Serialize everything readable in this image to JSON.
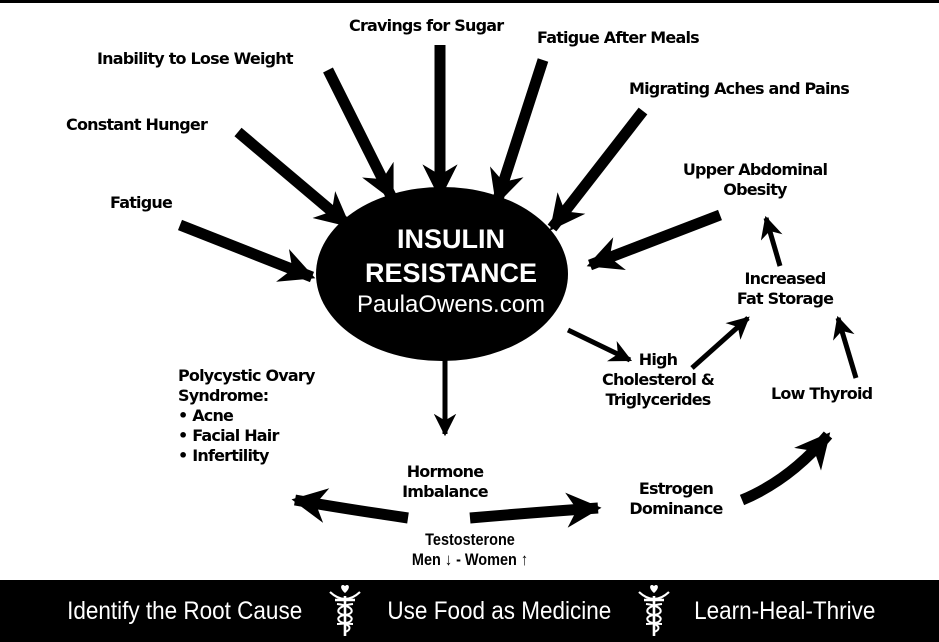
{
  "center": {
    "line1": "INSULIN",
    "line2": "RESISTANCE",
    "website": "PaulaOwens.com"
  },
  "symptoms": [
    "Fatigue",
    "Constant Hunger",
    "Inability to Lose Weight",
    "Cravings for Sugar",
    "Fatigue After Meals",
    "Migrating Aches and Pains"
  ],
  "upper_abdominal": {
    "line1": "Upper Abdominal",
    "line2": "Obesity"
  },
  "fat_storage": {
    "line1": "Increased",
    "line2": "Fat Storage"
  },
  "cholesterol": {
    "line1": "High",
    "line2": "Cholesterol &",
    "line3": "Triglycerides"
  },
  "low_thyroid": "Low Thyroid",
  "pcos": {
    "line1": "Polycystic Ovary",
    "line2": "Syndrome:",
    "items": [
      "Acne",
      "Facial Hair",
      "Infertility"
    ]
  },
  "hormone": {
    "line1": "Hormone",
    "line2": "Imbalance"
  },
  "estrogen": {
    "line1": "Estrogen",
    "line2": "Dominance"
  },
  "testosterone": {
    "line1": "Testosterone",
    "line2": "Men ↓ - Women ↑"
  },
  "footer": {
    "items": [
      "Identify the Root Cause",
      "Use Food as Medicine",
      "Learn-Heal-Thrive"
    ],
    "icon": "caduceus-heart-icon"
  },
  "colors": {
    "ink": "#000000",
    "paper": "#ffffff"
  }
}
